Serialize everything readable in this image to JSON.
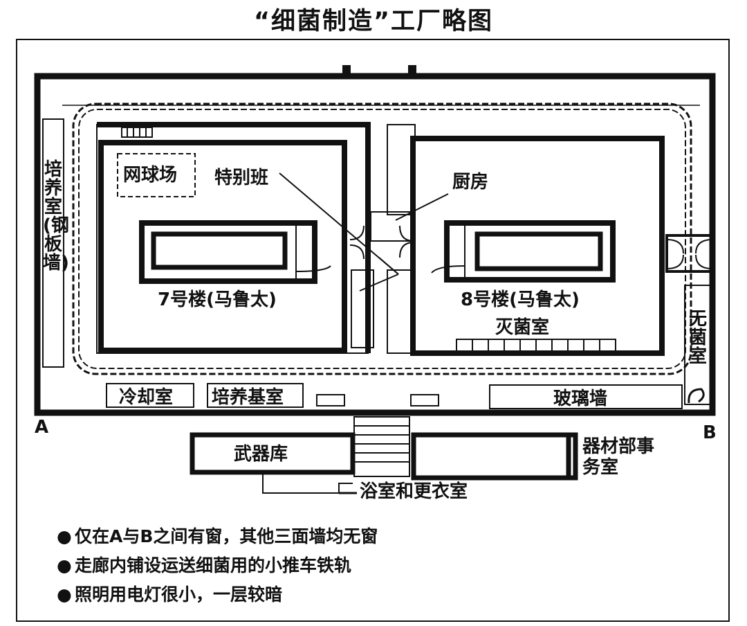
{
  "title": "“细菌制造”工厂略图",
  "labels": {
    "tennis_court": "网球场",
    "special_unit": "特别班",
    "kitchen": "厨房",
    "building7": "7号楼(马鲁太)",
    "building8": "8号楼(马鲁太)",
    "sterilization_room": "灭菌室",
    "culture_room_steel_wall": "培养室(钢板墙)",
    "sterile_room": "无菌室",
    "cooling_room": "冷却室",
    "culture_medium_room": "培养基室",
    "glass_wall": "玻璃墙",
    "point_a": "A",
    "point_b": "B",
    "armory": "武器库",
    "equipment_office": "器材部事务室",
    "bath_changing_room": "浴室和更衣室"
  },
  "notes": [
    "仅在A与B之间有窗，其他三面墙均无窗",
    "走廊内铺设运送细菌用的小推车铁轨",
    "照明用电灯很小，一层较暗"
  ],
  "bullet": "●"
}
